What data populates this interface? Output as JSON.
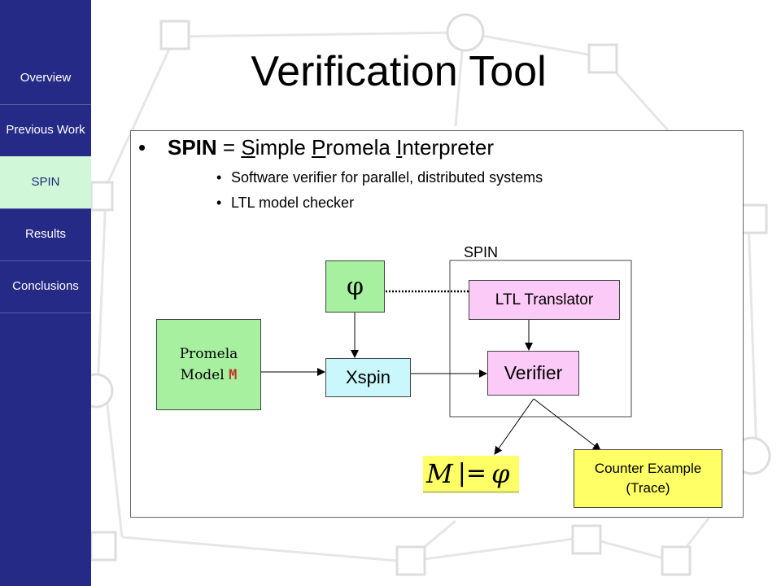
{
  "sidebar": {
    "items": [
      {
        "label": "Overview"
      },
      {
        "label": "Previous Work"
      },
      {
        "label": "SPIN"
      },
      {
        "label": "Results"
      },
      {
        "label": "Conclusions"
      }
    ]
  },
  "slide": {
    "title": "Verification Tool",
    "bullet_main": {
      "term": "SPIN",
      "equals": " = ",
      "w1_initial": "S",
      "w1_rest": "imple ",
      "w2_initial": "P",
      "w2_rest": "romela ",
      "w3_initial": "I",
      "w3_rest": "nterpreter"
    },
    "sub_bullets": [
      "Software verifier for parallel, distributed systems",
      "LTL model checker"
    ],
    "bullet_char": "•"
  },
  "diagram": {
    "spin_group_label": "SPIN",
    "phi": "φ",
    "ltl_translator": "LTL Translator",
    "promela_line1": "Promela",
    "promela_line2": "Model ",
    "promela_var": "M",
    "xspin": "Xspin",
    "verifier": "Verifier",
    "result_lhs": "M",
    "result_symbol": "|=",
    "result_rhs": "φ",
    "counter_line1": "Counter Example",
    "counter_line2": "(Trace)"
  },
  "colors": {
    "sidebar": "#262a87",
    "active_nav": "#cff7d8",
    "green_box": "#a6f0a0",
    "pink_box": "#fccaf6",
    "cyan_box": "#c9f7fb",
    "yellow_box": "#ffff66"
  }
}
